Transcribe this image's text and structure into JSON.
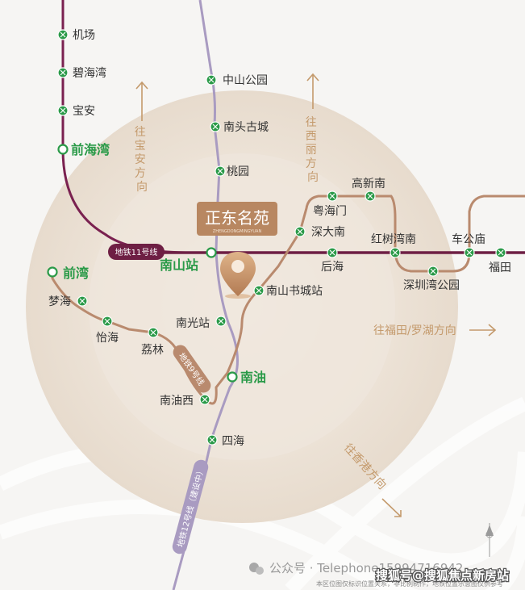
{
  "project": {
    "name": "正东名苑",
    "subtitle": "ZHENGDONGMINGYUAN"
  },
  "lines": {
    "line11": "地铁11号线",
    "line9": "地铁9号线",
    "line12": "地铁12号线（建设中）"
  },
  "stations": {
    "jichang": "机场",
    "bihaiwan": "碧海湾",
    "baoan": "宝安",
    "qianhaiwan": "前海湾",
    "qianwan": "前湾",
    "menghai": "梦海",
    "yihai": "怡海",
    "lilin": "荔林",
    "nanyouxi": "南油西",
    "sihai": "四海",
    "nanyou": "南油",
    "nanguang": "南光站",
    "nanshanshucheng": "南山书城站",
    "nanshan": "南山站",
    "taoyuan": "桃园",
    "nantouguchenng": "南头古城",
    "zhongshangongyuan": "中山公园",
    "yuehaimen": "粤海门",
    "shendananan": "深大南",
    "gaoxinnan": "高新南",
    "houhai": "后海",
    "hongshuwannan": "红树湾南",
    "shenzhenwangongyuan": "深圳湾公园",
    "chegongmiao": "车公庙",
    "futian": "福田"
  },
  "directions": {
    "baoan": "往宝安方向",
    "xili": "往西丽方向",
    "futian": "往福田/罗湖方向",
    "hongkong": "往香港方向"
  },
  "footer": {
    "wechat": "公众号 · Telephone15994716942",
    "disclaimer": "本区位图仅标识位置关系，非比例制作，地铁位置示意图仅供参考",
    "watermark": "搜狐号@搜狐焦点新房站"
  },
  "colors": {
    "line11": "#6e1f44",
    "line9": "#b98a6e",
    "line12": "#a99bc1",
    "lineTopLeft": "#7a2150",
    "interchange": "#2a9a48",
    "accent": "#c49a6c"
  }
}
